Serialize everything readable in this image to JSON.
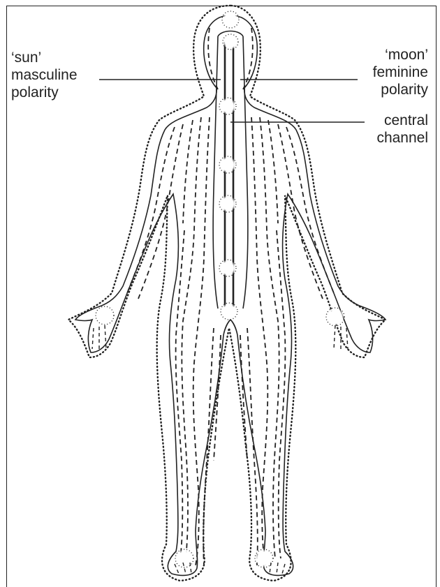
{
  "labels": {
    "sun": [
      "‘sun’",
      "masculine",
      "polarity"
    ],
    "moon": [
      "‘moon’",
      "feminine",
      "polarity"
    ],
    "channel": [
      "central",
      "channel"
    ]
  }
}
